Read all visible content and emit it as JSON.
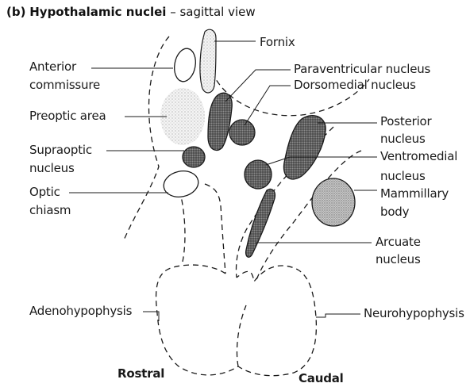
{
  "title": {
    "prefix": "(b)",
    "main": "Hypothalamic nuclei",
    "dash": " – ",
    "sub": "sagittal view"
  },
  "labels": {
    "fornix": "Fornix",
    "anterior_commissure_1": "Anterior",
    "anterior_commissure_2": "commissure",
    "paraventricular": "Paraventricular nucleus",
    "dorsomedial": "Dorsomedial nucleus",
    "preoptic": "Preoptic area",
    "posterior_1": "Posterior",
    "posterior_2": "nucleus",
    "supraoptic_1": "Supraoptic",
    "supraoptic_2": "nucleus",
    "ventromedial_1": "Ventromedial",
    "ventromedial_2": "nucleus",
    "optic_1": "Optic",
    "optic_2": "chiasm",
    "mammillary_1": "Mammillary",
    "mammillary_2": "body",
    "arcuate_1": "Arcuate",
    "arcuate_2": "nucleus",
    "adenohypophysis": "Adenohypophysis",
    "neurohypophysis": "Neurohypophysis",
    "rostral": "Rostral",
    "caudal": "Caudal"
  },
  "colors": {
    "ink": "#1a1a1a",
    "dark_nucleus": "#4a4a4a",
    "light_nucleus": "#d9d9d9"
  }
}
